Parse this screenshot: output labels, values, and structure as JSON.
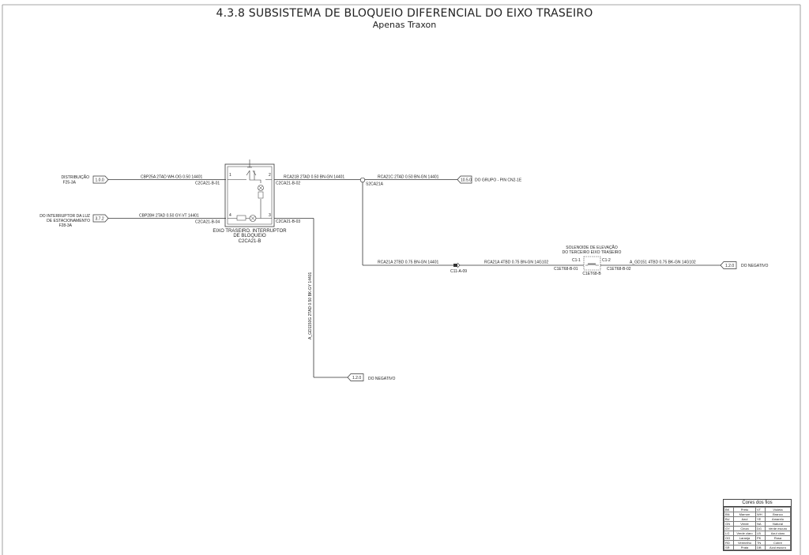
{
  "title": "4.3.8 SUBSISTEMA DE BLOQUEIO DIFERENCIAL DO EIXO TRASEIRO",
  "subtitle": "Apenas Traxon",
  "connectors": {
    "left1": {
      "ref": "1.0.0",
      "label1": "DISTRIBUIÇÃO",
      "label2": "F25-3A"
    },
    "left2": {
      "ref": "3.7.2",
      "label1": "DO INTERRUPTOR DA LUZ",
      "label2": "DE ESTACIONAMENTO",
      "label3": "F28-3A"
    },
    "grupo": {
      "ref": "10.5.0",
      "label": "DO GRUPO - PIN CN2-1E"
    },
    "neg_right": {
      "ref": "1.2.0",
      "label": "DO NEGATIVO"
    },
    "neg_bottom": {
      "ref": "1.2.0",
      "label": "DO NEGATIVO"
    }
  },
  "wires": {
    "w1": {
      "top": "CBP25A   2TAD   WH-OG    0.50  14401",
      "bottom": "C2CA21-B-01"
    },
    "w2": {
      "top": "CBP28H   2TAD  0.50  GY-VT    14401",
      "bottom": "C2CA21-B-04"
    },
    "w3": {
      "top": "RCA21B   2TAD   0.50      BN-GN    14401",
      "bottom": "C2CA21-B-02"
    },
    "w4": {
      "top": "RCA21C   2TAD  0.50 BN-GN    14401"
    },
    "splice": "S2CA21A",
    "w5": {
      "top": "RCA21A   2TBD  0.75 BN-GN    14401"
    },
    "inline": "C11-A-09",
    "w6": {
      "top": "RCA21A    4TBD   0.75    BN-GN       14G102"
    },
    "w6_pin": "C1-1",
    "w6_bottom": "C1ET68-B-01",
    "w7": {
      "top": "A_GD151    4TBD   0.75 BK-GN     14G102"
    },
    "w7_pin": "C1-2",
    "w7_bottom": "C1ET68-B-02",
    "w8": {
      "top": "C2CA21-B-03"
    },
    "vertical": "A_GD1150G       2TAD      0.50        BK-GY          14401"
  },
  "switch": {
    "pin1": "1",
    "pin2": "2",
    "pin3": "3",
    "pin4": "4",
    "name1": "EIXO TRASEIRO. INTERRUPTOR",
    "name2": "DE BLOQUEIO",
    "name3": "C2CA21-B"
  },
  "solenoid": {
    "name1": "SOLENOIDE DE ELEVAÇÃO",
    "name2": "DO TERCEIRO EIXO TRASEIRO",
    "id": "C1ET68-B"
  },
  "legend": {
    "title": "Cores dos fios",
    "rows": [
      [
        "BK",
        "Preto",
        "VT",
        "Violeta"
      ],
      [
        "BN",
        "Marrom",
        "WH",
        "Branco"
      ],
      [
        "BU",
        "Azul",
        "YE",
        "Amarelo"
      ],
      [
        "GN",
        "Verde",
        "NA",
        "Natural"
      ],
      [
        "GY",
        "Cinza",
        "DG",
        "Verde escuro"
      ],
      [
        "LG",
        "Verde claro",
        "LB",
        "Azul claro"
      ],
      [
        "OG",
        "Laranja",
        "PK",
        "Rosa"
      ],
      [
        "RD",
        "Vermelho",
        "TN",
        "Cobre"
      ],
      [
        "SR",
        "Prata",
        "DB",
        "Azul escuro"
      ]
    ]
  }
}
